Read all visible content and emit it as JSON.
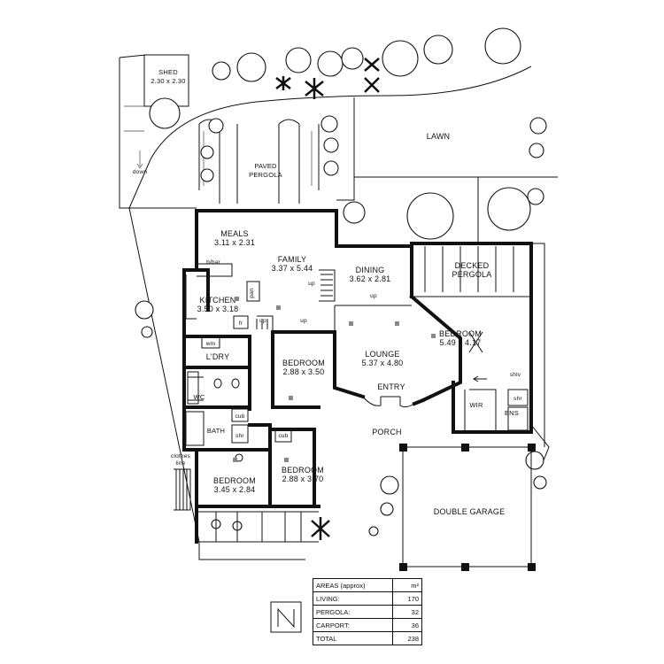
{
  "rooms": {
    "shed": {
      "name": "SHED",
      "dims": "2.30 x 2.30"
    },
    "lawn": {
      "name": "LAWN"
    },
    "paved_pergola": {
      "line1": "PAVED",
      "line2": "PERGOLA"
    },
    "down": {
      "name": "down"
    },
    "meals": {
      "name": "MEALS",
      "dims": "3.11 x 2.31"
    },
    "family": {
      "name": "FAMILY",
      "dims": "3.37 x 5.44"
    },
    "dining": {
      "name": "DINING",
      "dims": "3.62 x 2.81"
    },
    "decked_pergola": {
      "line1": "DECKED",
      "line2": "PERGOLA"
    },
    "kitchen": {
      "name": "KITCHEN",
      "dims": "3.50 x 3.18"
    },
    "bbar": {
      "name": "b/bar"
    },
    "pan": {
      "name": "pan"
    },
    "fr": {
      "name": "fr"
    },
    "wm": {
      "name": "wm"
    },
    "ldry": {
      "name": "L'DRY"
    },
    "wc": {
      "name": "WC"
    },
    "bath": {
      "name": "BATH"
    },
    "cub1": {
      "name": "cub"
    },
    "shr1": {
      "name": "shr"
    },
    "cub2": {
      "name": "cub"
    },
    "bed2": {
      "name": "BEDROOM",
      "dims": "2.88 x 3.50"
    },
    "lounge": {
      "name": "LOUNGE",
      "dims": "5.37 x 4.80"
    },
    "entry": {
      "name": "ENTRY"
    },
    "bed_master": {
      "name": "BEDROOM",
      "dims": "5.49 x 4.17"
    },
    "shlv": {
      "name": "shlv"
    },
    "wir": {
      "name": "WIR"
    },
    "shr2": {
      "name": "shr"
    },
    "ens": {
      "name": "ENS"
    },
    "porch": {
      "name": "PORCH"
    },
    "bed3": {
      "name": "BEDROOM",
      "dims": "3.45 x 2.84"
    },
    "bed4": {
      "name": "BEDROOM",
      "dims": "2.88 x 3.70"
    },
    "garage": {
      "name": "DOUBLE GARAGE"
    },
    "clothes": {
      "line1": "clothes",
      "line2": "line"
    },
    "up1": {
      "name": "up"
    },
    "up2": {
      "name": "up"
    },
    "up3": {
      "name": "up"
    },
    "up4": {
      "name": "up"
    }
  },
  "areas": {
    "heading": "AREAS (approx)",
    "unit": "m²",
    "rows": [
      {
        "label": "LIVING:",
        "value": "170"
      },
      {
        "label": "PERGOLA:",
        "value": "32"
      },
      {
        "label": "CARPORT:",
        "value": "36"
      }
    ],
    "total": {
      "label": "TOTAL",
      "value": "238"
    }
  },
  "north_symbol": "north-arrow-icon"
}
